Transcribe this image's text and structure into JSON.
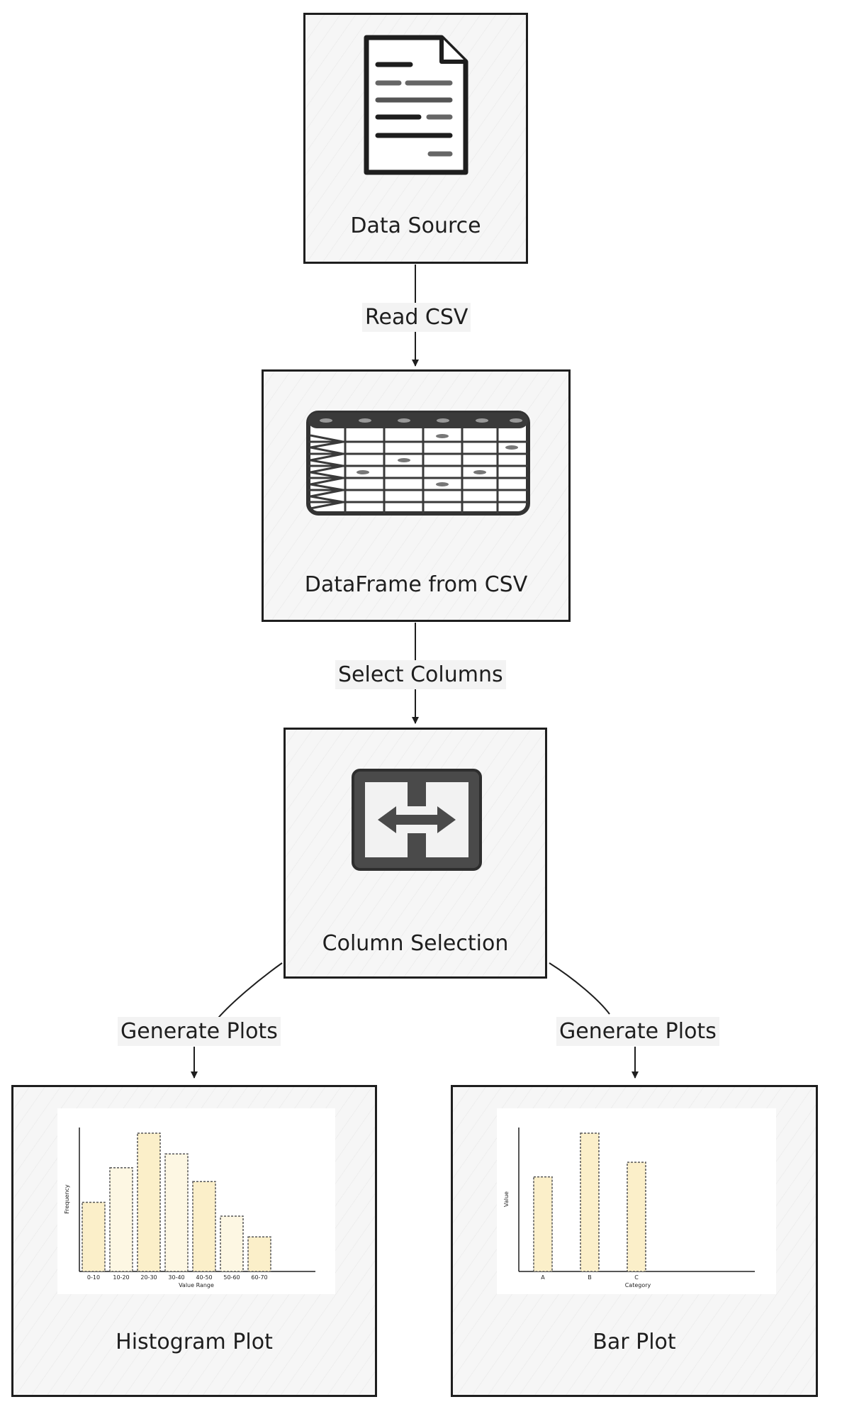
{
  "nodes": {
    "source": {
      "label": "Data Source"
    },
    "dataframe": {
      "label": "DataFrame from CSV"
    },
    "selection": {
      "label": "Column Selection"
    },
    "histogram": {
      "label": "Histogram Plot"
    },
    "barplot": {
      "label": "Bar Plot"
    }
  },
  "edges": {
    "read_csv": "Read CSV",
    "select_columns": "Select Columns",
    "generate_plots_left": "Generate Plots",
    "generate_plots_right": "Generate Plots"
  },
  "histogram": {
    "ylabel": "Frequency",
    "xlabel": "Value Range",
    "categories": [
      "0-10",
      "10-20",
      "20-30",
      "30-40",
      "40-50",
      "50-60",
      "60-70"
    ],
    "values": [
      5,
      7.5,
      10,
      8.5,
      6.5,
      4,
      2.5
    ]
  },
  "barplot": {
    "ylabel": "Value",
    "xlabel": "Category",
    "categories": [
      "A",
      "B",
      "C"
    ],
    "values": [
      6.5,
      9.5,
      7.5
    ]
  },
  "colors": {
    "stroke": "#1e1e1e",
    "box_fill": "#f6f6f6",
    "bar_fill": "#fbefc9",
    "bar_fill_light": "#fdf7e3"
  }
}
